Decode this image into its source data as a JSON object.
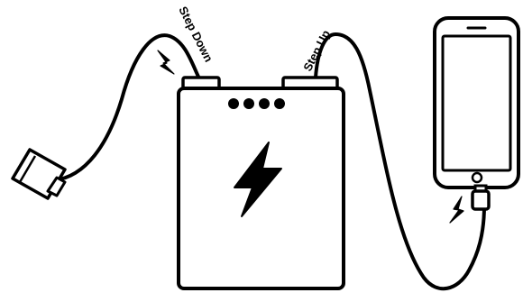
{
  "labels": {
    "step_down": "Step Down",
    "step_up": "Step Up"
  },
  "icons": {
    "battery_center": "lightning-bolt-icon",
    "input_spark": "spark-icon",
    "output_spark": "spark-icon",
    "battery_indicators": "indicator-dots"
  },
  "colors": {
    "stroke": "#000000",
    "fill": "#ffffff"
  },
  "battery_indicator_count": 4
}
